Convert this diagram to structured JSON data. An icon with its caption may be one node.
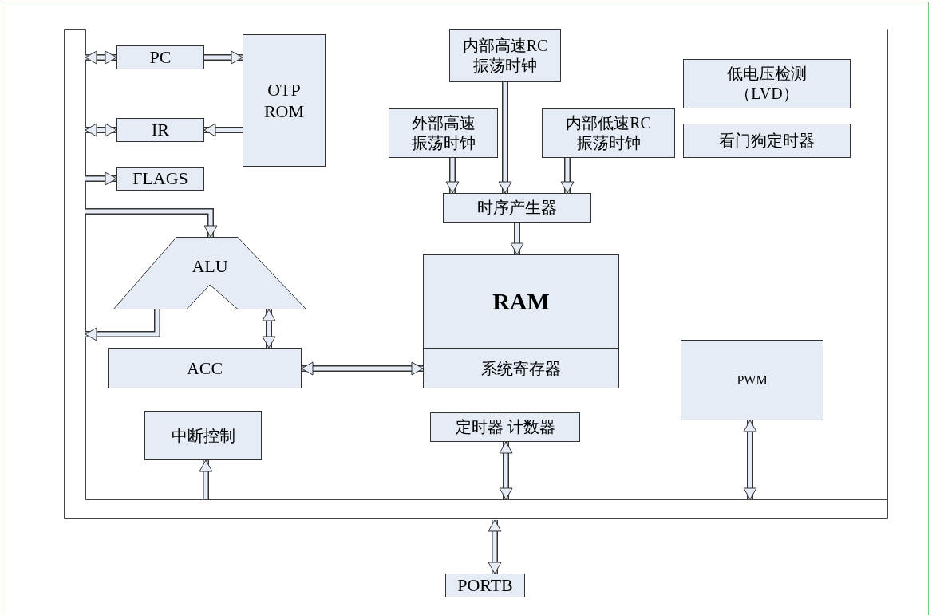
{
  "diagram": {
    "nodes": [
      {
        "text": [],
        "shape": "bar"
      },
      {
        "text": [
          "PC"
        ],
        "in": 0
      },
      {
        "text": [
          "OTP ROM"
        ],
        "in": 0
      },
      {
        "text": [
          "IR"
        ],
        "in": 0
      },
      {
        "text": [
          "FLAGS"
        ],
        "in": 0
      },
      {
        "text": [
          "内部高速RC振荡时钟"
        ],
        "in": 0
      },
      {
        "text": [
          "低电压检测（LVD）"
        ],
        "in": 0
      },
      {
        "text": [
          "外部高速振荡时钟"
        ],
        "in": 0
      },
      {
        "text": [
          "内部低速RC振荡时钟"
        ],
        "in": 0
      },
      {
        "text": [
          "看门狗定时器"
        ],
        "in": 0
      },
      {
        "text": [
          "时序产生器"
        ],
        "in": 0
      },
      {
        "text": [
          "ALU"
        ],
        "in": 0
      },
      {
        "text": [
          "RAM",
          "系统寄存器"
        ],
        "in": 0
      },
      {
        "text": [
          "ACC"
        ],
        "in": 0
      },
      {
        "text": [
          "PWM"
        ],
        "in": 0
      },
      {
        "text": [
          "中断控制"
        ],
        "in": 0
      },
      {
        "text": [
          "定时器 计数器"
        ],
        "in": 0
      },
      {
        "text": [
          "PORTB"
        ]
      }
    ],
    "edges": [
      {
        "from": 0,
        "to": 1,
        "arrow": "both"
      },
      {
        "from": 1,
        "to": 2,
        "arrow": "to"
      },
      {
        "from": 0,
        "to": 3,
        "arrow": "both"
      },
      {
        "from": 2,
        "to": 3,
        "arrow": "to"
      },
      {
        "from": 0,
        "to": 4,
        "arrow": "to"
      },
      {
        "from": 0,
        "to": 11,
        "arrow": "to"
      },
      {
        "from": 11,
        "to": 0,
        "arrow": "to"
      },
      {
        "from": 11,
        "to": 13,
        "arrow": "both"
      },
      {
        "from": 13,
        "to": 12,
        "arrow": "both"
      },
      {
        "from": 7,
        "to": 10,
        "arrow": "to"
      },
      {
        "from": 5,
        "to": 10,
        "arrow": "to"
      },
      {
        "from": 8,
        "to": 10,
        "arrow": "to"
      },
      {
        "from": 10,
        "to": 12,
        "arrow": "to"
      },
      {
        "from": 0,
        "to": 15,
        "arrow": "to"
      },
      {
        "from": 16,
        "to": 0,
        "arrow": "both"
      },
      {
        "from": 14,
        "to": 0,
        "arrow": "both"
      },
      {
        "from": 0,
        "to": 17,
        "arrow": "both"
      }
    ]
  }
}
